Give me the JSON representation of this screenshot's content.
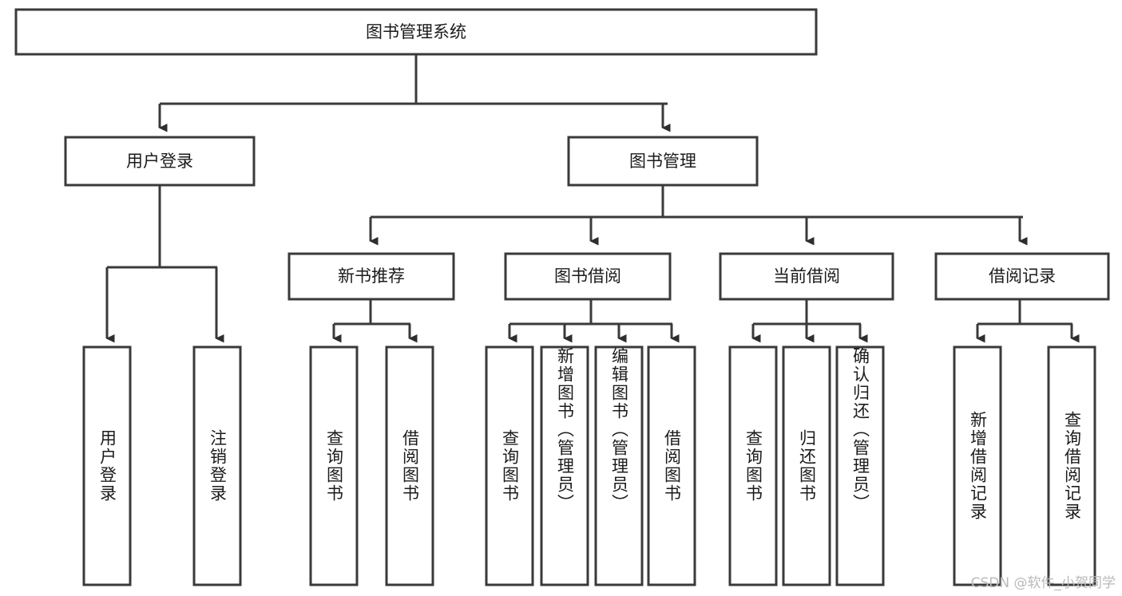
{
  "diagram": {
    "title": "图书管理系统",
    "watermark": "CSDN @软件_小贺同学",
    "colors": {
      "background": "#ffffff",
      "box_fill": "#ffffff",
      "box_stroke": "#3a3a3a",
      "connector": "#3a3a3a",
      "text": "#1b1b1b",
      "watermark": "#b9b9b9"
    },
    "root": {
      "label": "图书管理系统"
    },
    "level2": [
      {
        "label": "用户登录"
      },
      {
        "label": "图书管理"
      }
    ],
    "level3": [
      {
        "label": "新书推荐"
      },
      {
        "label": "图书借阅"
      },
      {
        "label": "当前借阅"
      },
      {
        "label": "借阅记录"
      }
    ],
    "leaves": {
      "user_login": [
        {
          "label": "用户登录"
        },
        {
          "label": "注销登录"
        }
      ],
      "new_book_recommend": [
        {
          "label": "查询图书"
        },
        {
          "label": "借阅图书"
        }
      ],
      "book_borrow": [
        {
          "label": "查询图书"
        },
        {
          "label": "新增图书（管理员）"
        },
        {
          "label": "编辑图书（管理员）"
        },
        {
          "label": "借阅图书"
        }
      ],
      "current_borrow": [
        {
          "label": "查询图书"
        },
        {
          "label": "归还图书"
        },
        {
          "label": "确认归还（管理员）"
        }
      ],
      "borrow_record": [
        {
          "label": "新增借阅记录"
        },
        {
          "label": "查询借阅记录"
        }
      ]
    }
  }
}
